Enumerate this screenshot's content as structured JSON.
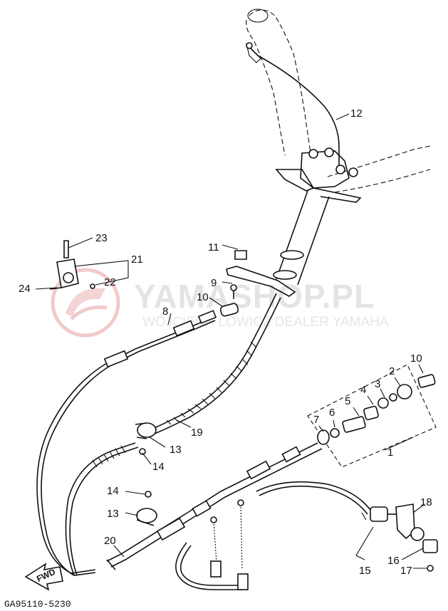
{
  "watermark": {
    "brand": "YAMASHOP.PL",
    "subtitle": "WOJCIECH LOWICZ DEALER YAMAHA"
  },
  "diagram_code": "GA95110-5230",
  "fwd_label": "FWD",
  "callouts": {
    "c1": "1",
    "c2": "2",
    "c3": "3",
    "c4": "4",
    "c5": "5",
    "c6": "6",
    "c7": "7",
    "c8": "8",
    "c9": "9",
    "c10a": "10",
    "c10b": "10",
    "c11": "11",
    "c12": "12",
    "c13a": "13",
    "c13b": "13",
    "c14a": "14",
    "c14b": "14",
    "c15": "15",
    "c16": "16",
    "c17": "17",
    "c18": "18",
    "c19": "19",
    "c20": "20",
    "c21": "21",
    "c22": "22",
    "c23": "23",
    "c24": "24"
  },
  "icons": [
    "yamaha-logo-watermark",
    "fwd-arrow-icon"
  ],
  "colors": {
    "line": "#111111",
    "watermark": "#e4e4e4",
    "watermark_logo": "#f1c7c7"
  }
}
